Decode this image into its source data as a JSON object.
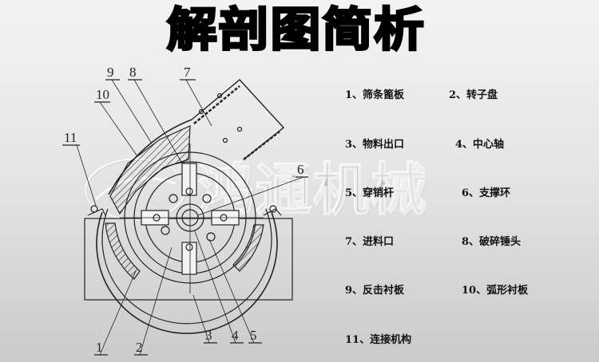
{
  "title": "解剖图简析",
  "watermark": "鸿通机械",
  "callouts": [
    "1",
    "2",
    "3",
    "4",
    "5",
    "6",
    "7",
    "8",
    "9",
    "10",
    "11"
  ],
  "legend": [
    {
      "num": "1",
      "label": "1、筛条篦板"
    },
    {
      "num": "2",
      "label": "2、转子盘"
    },
    {
      "num": "3",
      "label": "3、物料出口"
    },
    {
      "num": "4",
      "label": "4、中心轴"
    },
    {
      "num": "5",
      "label": "5、穿销杆"
    },
    {
      "num": "6",
      "label": "6、支撑环"
    },
    {
      "num": "7",
      "label": "7、进料口"
    },
    {
      "num": "8",
      "label": "8、破碎锤头"
    },
    {
      "num": "9",
      "label": "9、反击衬板"
    },
    {
      "num": "10",
      "label": "10、弧形衬板"
    },
    {
      "num": "11",
      "label": "11、连接机构"
    }
  ],
  "colors": {
    "background_top": "#f3f3f3",
    "background_bottom": "#cbcbcb",
    "ink": "#111111"
  }
}
